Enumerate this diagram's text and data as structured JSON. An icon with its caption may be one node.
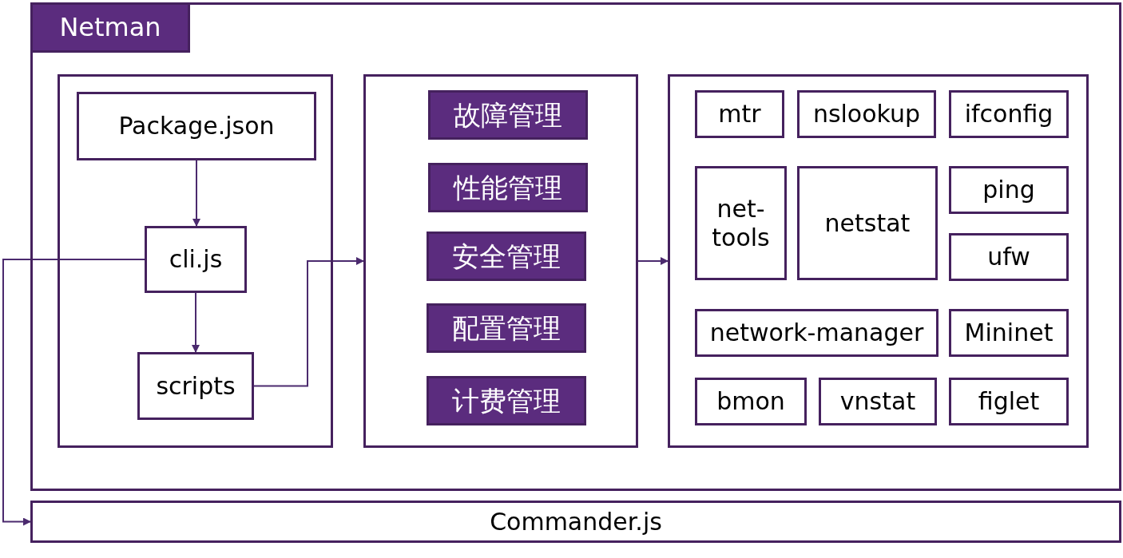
{
  "diagram": {
    "nodes": [
      {
        "text": [],
        "shape": "box"
      },
      {
        "text": [
          "Netman"
        ],
        "in": 0
      },
      {
        "text": [],
        "shape": "box",
        "in": 0
      },
      {
        "text": [
          "Package.json"
        ],
        "in": 2
      },
      {
        "text": [
          "cli.js"
        ],
        "in": 2
      },
      {
        "text": [
          "scripts"
        ],
        "in": 2
      },
      {
        "text": [],
        "shape": "box",
        "in": 0
      },
      {
        "text": [
          "故障管理"
        ],
        "in": 6
      },
      {
        "text": [
          "性能管理"
        ],
        "in": 6
      },
      {
        "text": [
          "安全管理"
        ],
        "in": 6
      },
      {
        "text": [
          "配置管理"
        ],
        "in": 6
      },
      {
        "text": [
          "计费管理"
        ],
        "in": 6
      },
      {
        "text": [],
        "shape": "box",
        "in": 0
      },
      {
        "text": [
          "mtr"
        ],
        "in": 12
      },
      {
        "text": [
          "nslookup"
        ],
        "in": 12
      },
      {
        "text": [
          "ifconfig"
        ],
        "in": 12
      },
      {
        "text": [
          "net-tools"
        ],
        "in": 12
      },
      {
        "text": [
          "netstat"
        ],
        "in": 12
      },
      {
        "text": [
          "ping"
        ],
        "in": 12
      },
      {
        "text": [
          "ufw"
        ],
        "in": 12
      },
      {
        "text": [
          "network-manager"
        ],
        "in": 12
      },
      {
        "text": [
          "Mininet"
        ],
        "in": 12
      },
      {
        "text": [
          "bmon"
        ],
        "in": 12
      },
      {
        "text": [
          "vnstat"
        ],
        "in": 12
      },
      {
        "text": [
          "figlet"
        ],
        "in": 12
      },
      {
        "text": [
          "Commander.js"
        ]
      }
    ],
    "edges": [
      {
        "from": 3,
        "to": 4,
        "arrow": "to"
      },
      {
        "from": 4,
        "to": 5,
        "arrow": "to"
      },
      {
        "from": 5,
        "to": 6,
        "arrow": "to"
      },
      {
        "from": 6,
        "to": 12,
        "arrow": "to"
      },
      {
        "from": 4,
        "to": 25,
        "arrow": "to"
      }
    ]
  }
}
